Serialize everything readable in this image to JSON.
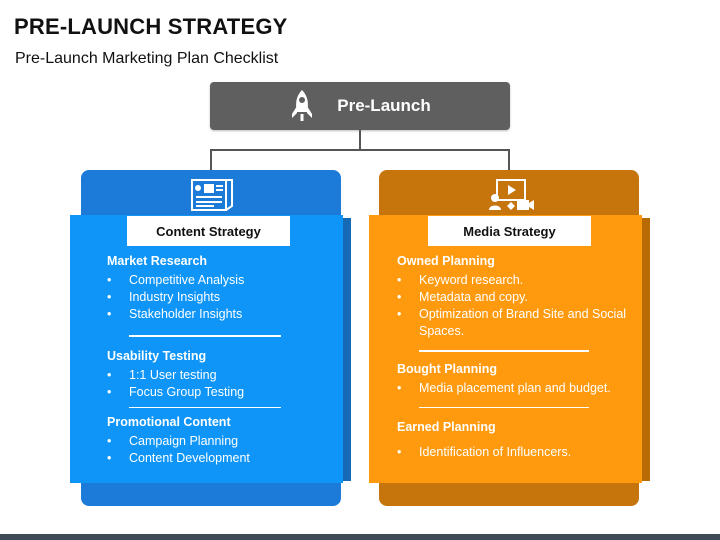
{
  "page": {
    "title": "PRE-LAUNCH STRATEGY",
    "subtitle": "Pre-Launch Marketing Plan Checklist"
  },
  "root": {
    "label": "Pre-Launch",
    "icon": "rocket-icon"
  },
  "content_strategy": {
    "label": "Content Strategy",
    "icon": "document-icon",
    "color": "#0e95f7",
    "sections": [
      {
        "heading": "Market Research",
        "items": [
          "Competitive Analysis",
          "Industry Insights",
          "Stakeholder Insights"
        ]
      },
      {
        "heading": "Usability Testing",
        "items": [
          "1:1 User testing",
          "Focus Group Testing"
        ]
      },
      {
        "heading": "Promotional Content",
        "items": [
          "Campaign Planning",
          "Content Development"
        ]
      }
    ]
  },
  "media_strategy": {
    "label": "Media Strategy",
    "icon": "media-icon",
    "color": "#ff9a0e",
    "sections": [
      {
        "heading": "Owned Planning",
        "items": [
          "Keyword research.",
          "Metadata and copy.",
          "Optimization of Brand Site and Social Spaces."
        ]
      },
      {
        "heading": "Bought Planning",
        "items": [
          "Media placement plan and budget."
        ]
      },
      {
        "heading": "Earned Planning",
        "items": [
          "Identification of Influencers."
        ]
      }
    ]
  }
}
